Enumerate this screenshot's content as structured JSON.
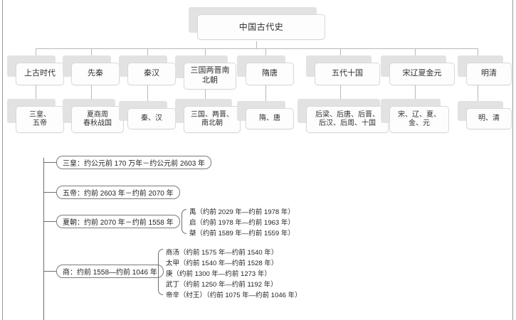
{
  "diagram": {
    "root": {
      "label": "中国古代史"
    },
    "periods": [
      {
        "label": "上古时代",
        "sub": "三皇、\n五帝"
      },
      {
        "label": "先秦",
        "sub": "夏商周\n春秋战国"
      },
      {
        "label": "秦汉",
        "sub": "秦、汉"
      },
      {
        "label": "三国两晋南\n北朝",
        "sub": "三国、两晋、\n南北朝"
      },
      {
        "label": "隋唐",
        "sub": "隋、唐"
      },
      {
        "label": "五代十国",
        "sub": "后梁、后唐、后晋、\n后汉、后周、十国"
      },
      {
        "label": "宋辽夏金元",
        "sub": "宋、辽、夏、\n金、元"
      },
      {
        "label": "明清",
        "sub": "明、清"
      }
    ],
    "timeline": [
      {
        "label": "三皇：约公元前 170 万年－约公元前 2603 年",
        "details": []
      },
      {
        "label": "五帝：约前 2603 年－约前 2070 年",
        "details": []
      },
      {
        "label": "夏朝：约前 2070 年－约前 1558 年",
        "details": [
          "禹（约前 2029 年—约前 1978 年）",
          "启（约前 1978 年—约前 1963 年）",
          "桀（约前 1589 年—约前 1559 年）"
        ]
      },
      {
        "label": "商：约前 1558—约前 1046 年",
        "details": [
          "商汤（约前 1575 年—约前 1540 年）",
          "太甲（约前 1540 年—约前 1528 年）",
          "庚（约前 1300 年—约前 1273 年）",
          "武丁（约前 1250 年—约前 1192 年）",
          "帝辛（纣王）（约前 1075 年—约前 1046 年）"
        ]
      }
    ]
  },
  "colors": {
    "plate": "#e2e2e2",
    "card_border": "#d8d8d8",
    "connector": "#b9b9b9",
    "timeline_stroke": "#6e6e6e",
    "page_rule": "#9a9a9a"
  }
}
